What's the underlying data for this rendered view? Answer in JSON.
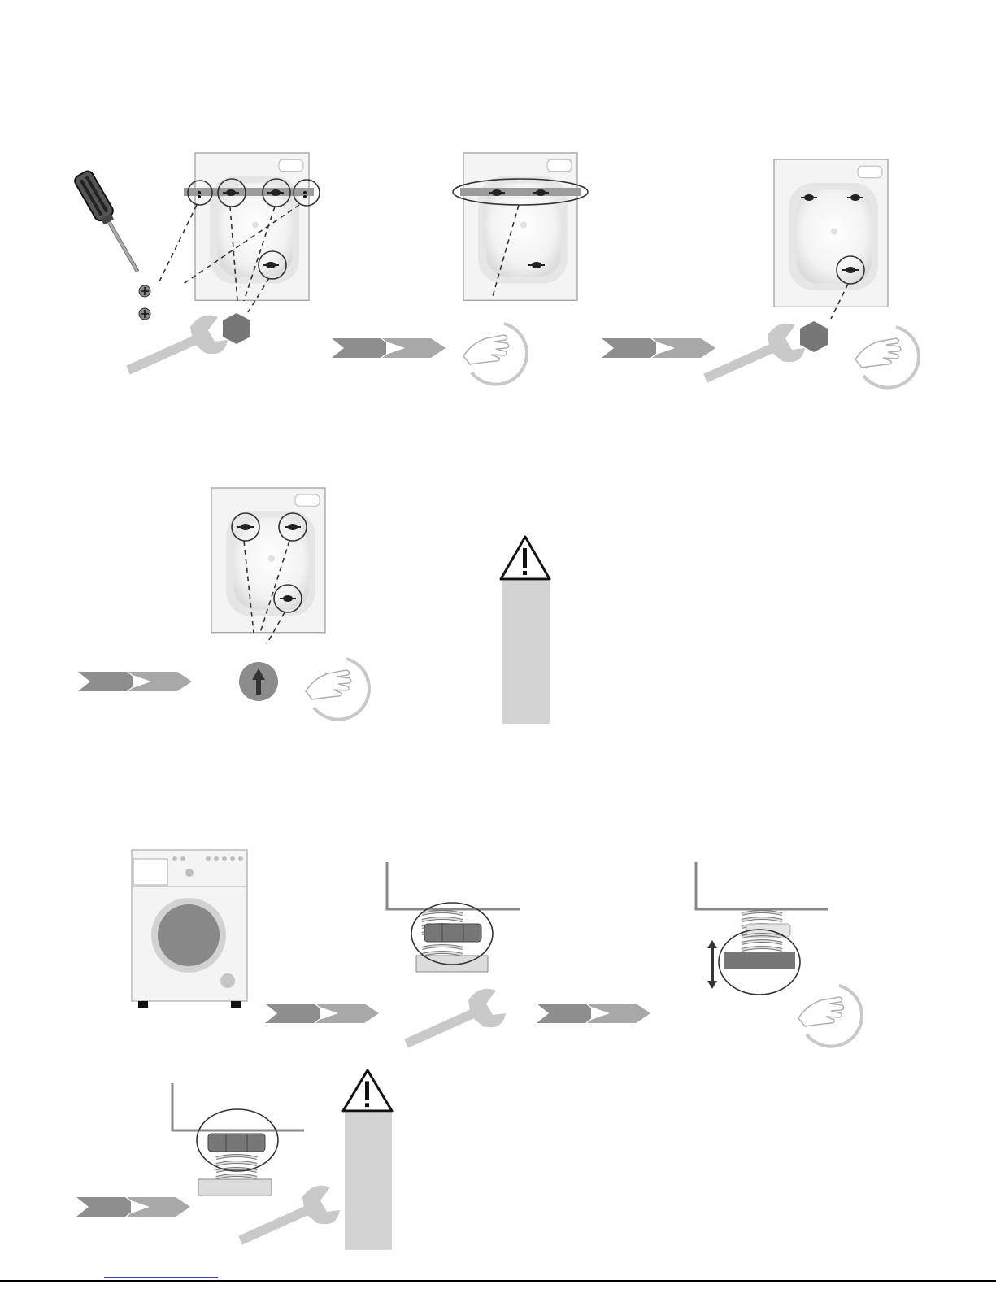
{
  "page": {
    "panels": [
      {
        "id": "back-panel-step-1",
        "icon": "back-panel-with-transit-bolts"
      },
      {
        "id": "back-panel-step-2",
        "icon": "back-panel-with-bracket"
      },
      {
        "id": "back-panel-step-3",
        "icon": "back-panel-bolts-removed"
      },
      {
        "id": "back-panel-step-4",
        "icon": "back-panel-caps-fitted"
      },
      {
        "id": "washing-machine",
        "icon": "washing-machine-front"
      },
      {
        "id": "foot-detail-1",
        "icon": "adjustable-foot-locknut"
      },
      {
        "id": "foot-detail-2",
        "icon": "adjustable-foot-raise-lower"
      },
      {
        "id": "foot-detail-3",
        "icon": "adjustable-foot-locked"
      }
    ],
    "icons": [
      "screwdriver-icon",
      "wrench-icon",
      "hand-icon",
      "warning-icon",
      "arrow-right-icon",
      "plug-cap-icon"
    ],
    "colors": {
      "line": "#555555",
      "panel": "#f1f1f1",
      "gray": "#c8c8c8",
      "dark": "#777777",
      "warning_box": "#d2d2d2"
    }
  }
}
